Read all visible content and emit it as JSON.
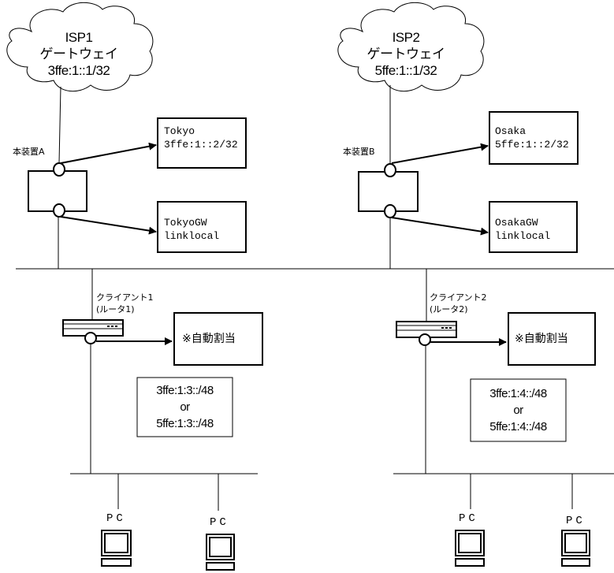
{
  "isp1": {
    "name": "ISP1",
    "role": "ゲートウェイ",
    "address": "3ffe:1::1/32"
  },
  "isp2": {
    "name": "ISP2",
    "role": "ゲートウェイ",
    "address": "5ffe:1::1/32"
  },
  "device_a": {
    "label": "本装置A",
    "upper_iface": {
      "name": "Tokyo",
      "address": "3ffe:1::2/32"
    },
    "lower_iface": {
      "name": "TokyoGW",
      "address": "linklocal"
    }
  },
  "device_b": {
    "label": "本装置B",
    "upper_iface": {
      "name": "Osaka",
      "address": "5ffe:1::2/32"
    },
    "lower_iface": {
      "name": "OsakaGW",
      "address": "linklocal"
    }
  },
  "client1": {
    "label_line1": "クライアント1",
    "label_line2": "(ルータ1)",
    "assignment": "※自動割当",
    "prefix_line1": "3ffe:1:3::/48",
    "prefix_or": "or",
    "prefix_line2": "5ffe:1:3::/48"
  },
  "client2": {
    "label_line1": "クライアント2",
    "label_line2": "(ルータ2)",
    "assignment": "※自動割当",
    "prefix_line1": "3ffe:1:4::/48",
    "prefix_or": "or",
    "prefix_line2": "5ffe:1:4::/48"
  },
  "pcs": [
    {
      "label": "PC"
    },
    {
      "label": "PC"
    },
    {
      "label": "PC"
    },
    {
      "label": "PC"
    }
  ]
}
